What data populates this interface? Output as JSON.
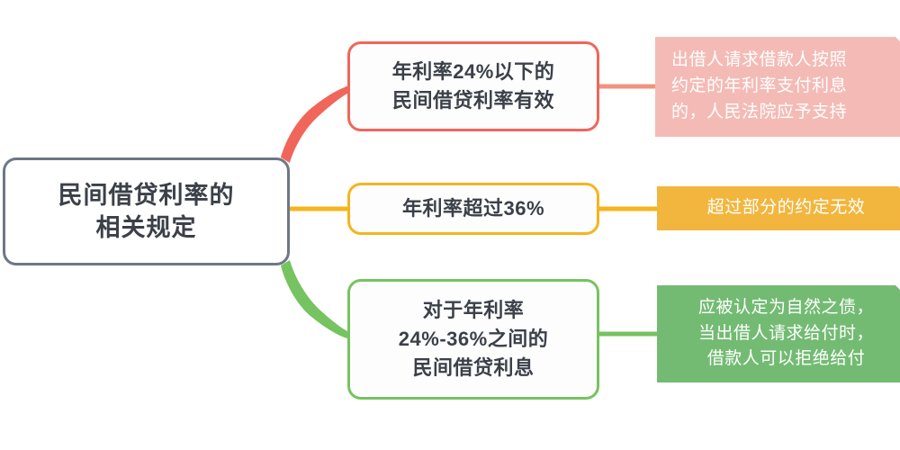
{
  "diagram": {
    "type": "mind-map",
    "root": {
      "id": "root",
      "text": "民间借贷利率的\n相关规定",
      "lines": [
        "民间借贷利率的",
        "相关规定"
      ],
      "border_color": "#6E7785",
      "text_color": "#3B4049"
    },
    "branches": [
      {
        "id": "branch-1",
        "lines": [
          "年利率24%以下的",
          "民间借贷利率有效"
        ],
        "text": "年利率24%以下的民间借贷利率有效",
        "border_color": "#F0665A",
        "connector_color": "#F0665A",
        "leaf": {
          "id": "leaf-1",
          "lines": [
            "出借人请求借款人按照",
            "约定的年利率支付利息",
            "的，人民法院应予支持"
          ],
          "text": "出借人请求借款人按照约定的年利率支付利息的，人民法院应予支持",
          "fill_color": "#F4BBB6",
          "text_color": "#FFFFFF"
        }
      },
      {
        "id": "branch-2",
        "lines": [
          "年利率超过36%"
        ],
        "text": "年利率超过36%",
        "border_color": "#F5B51E",
        "connector_color": "#F5B51E",
        "leaf": {
          "id": "leaf-2",
          "lines": [
            "超过部分的约定无效"
          ],
          "text": "超过部分的约定无效",
          "fill_color": "#F2B63E",
          "text_color": "#FFFFFF"
        }
      },
      {
        "id": "branch-3",
        "lines": [
          "对于年利率",
          "24%-36%之间的",
          "民间借贷利息"
        ],
        "text": "对于年利率24%-36%之间的民间借贷利息",
        "border_color": "#76C361",
        "connector_color": "#76C361",
        "leaf": {
          "id": "leaf-3",
          "lines": [
            "应被认定为自然之债，",
            "当出借人请求给付时，",
            "借款人可以拒绝给付"
          ],
          "text": "应被认定为自然之债，当出借人请求给付时，借款人可以拒绝给付",
          "fill_color": "#73BB73",
          "text_color": "#FFFFFF"
        }
      }
    ],
    "background_color": "#FFFFFF"
  }
}
